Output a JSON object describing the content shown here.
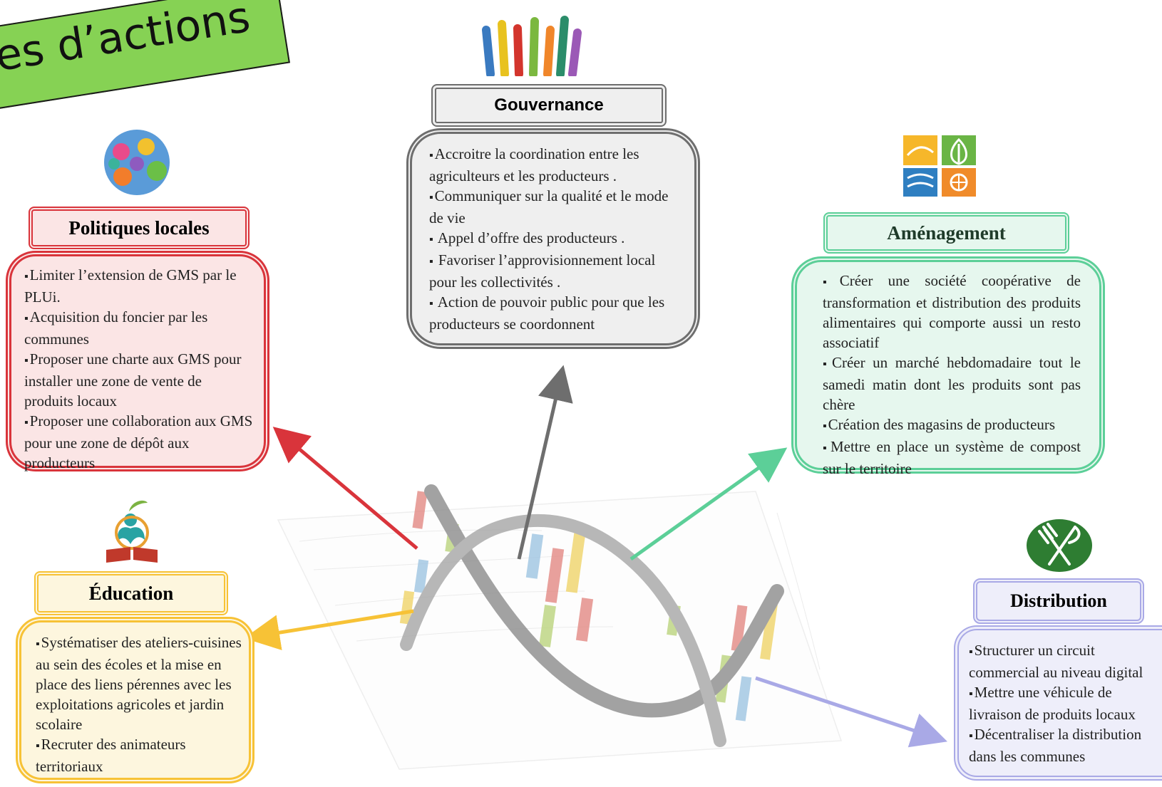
{
  "banner": {
    "title": "tes d’actions"
  },
  "colors": {
    "red": "#d9343b",
    "red_fill": "#fbe5e5",
    "grey": "#6e6e6e",
    "grey_fill": "#efefef",
    "green": "#5ccf98",
    "green_fill": "#e6f7ee",
    "yellow": "#f7c236",
    "yellow_fill": "#fdf6de",
    "violet": "#a9a9e6",
    "violet_fill": "#eeeefa",
    "banner": "#86d254"
  },
  "icons": {
    "governance": "raised-hands-icon",
    "politiques": "people-globe-icon",
    "amenagement": "land-water-leaf-icon",
    "education": "person-book-icon",
    "distribution": "fork-knife-icon",
    "center": "dna-helix-icon"
  },
  "gouvernance": {
    "title": "Gouvernance",
    "items": [
      "Accroitre la coordination entre les agriculteurs et les producteurs .",
      "Communiquer sur la qualité et le mode de vie",
      " Appel d’offre des producteurs .",
      " Favoriser l’approvisionnement local pour les collectivités .",
      " Action de pouvoir public pour que les producteurs se coordonnent"
    ]
  },
  "politiques": {
    "title": "Politiques locales",
    "items": [
      "Limiter l’extension de GMS par le PLUi.",
      "Acquisition du foncier par les communes",
      "Proposer une charte aux GMS pour installer une zone de vente de produits locaux",
      "Proposer une collaboration aux GMS pour une zone de dépôt aux producteurs"
    ]
  },
  "amenagement": {
    "title": "Aménagement",
    "items": [
      "Créer une société coopérative de transformation et distribution des produits alimentaires qui comporte aussi un resto associatif",
      "Créer un marché hebdomadaire tout le samedi matin dont les produits sont pas chère",
      "Création des magasins de producteurs",
      "Mettre en place un système de compost sur le territoire"
    ]
  },
  "education": {
    "title": "Éducation",
    "items": [
      "Systématiser des ateliers-cuisines au sein des écoles et la mise en place des liens pérennes avec les exploitations agricoles et jardin scolaire",
      "Recruter des animateurs territoriaux"
    ]
  },
  "distribution": {
    "title": "Distribution",
    "items": [
      "Structurer un circuit commercial au niveau digital",
      "Mettre  une véhicule de livraison de produits locaux",
      "Décentraliser la distribution dans les communes"
    ]
  }
}
